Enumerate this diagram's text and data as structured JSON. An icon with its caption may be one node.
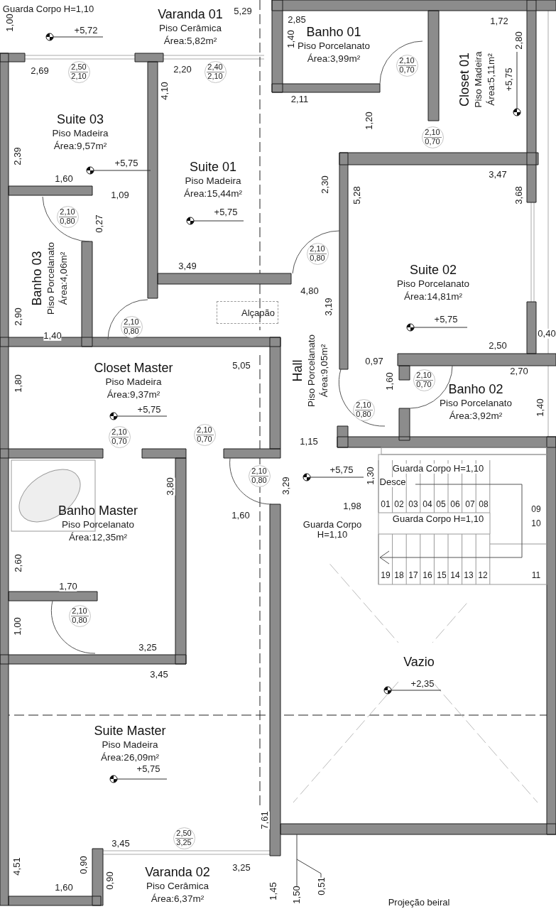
{
  "diagram": {
    "nodes": [
      {
        "text": [
          "Varanda 01",
          "Piso Cerâmica",
          "Área:5,82m²"
        ]
      },
      {
        "text": [
          "Banho 01",
          "Piso Porcelanato",
          "Área:3,99m²"
        ]
      },
      {
        "text": [
          "Closet 01",
          "Piso Madeira",
          "Área:5,11m²"
        ]
      },
      {
        "text": [
          "Suite 03",
          "Piso Madeira",
          "Área:9,57m²"
        ]
      },
      {
        "text": [
          "Suite 01",
          "Piso Madeira",
          "Área:15,44m²"
        ]
      },
      {
        "text": [
          "Banho 03",
          "Piso Porcelanato",
          "Área:4,06m²"
        ]
      },
      {
        "text": [
          "Suite 02",
          "Piso Porcelanato",
          "Área:14,81m²"
        ]
      },
      {
        "text": [
          "Hall",
          "Piso Porcelanato",
          "Área:9,05m²"
        ]
      },
      {
        "text": [
          "Banho 02",
          "Piso Porcelanato",
          "Área:3,92m²"
        ]
      },
      {
        "text": [
          "Closet Master",
          "Piso Madeira",
          "Área:9,37m²"
        ]
      },
      {
        "text": [
          "Banho Master",
          "Piso Porcelanato",
          "Área:12,35m²"
        ]
      },
      {
        "text": [
          "Suite Master",
          "Piso Madeira",
          "Área:26,09m²"
        ]
      },
      {
        "text": [
          "Vazio"
        ]
      },
      {
        "text": [
          "Varanda 02",
          "Piso Cerâmica",
          "Área:6,37m²"
        ]
      },
      {
        "text": [
          "Alçapão"
        ]
      },
      {
        "text": [
          "2,50",
          "2,10"
        ],
        "in": 3
      },
      {
        "text": [
          "2,40",
          "2,10"
        ],
        "in": 4
      },
      {
        "text": [
          "2,10",
          "0,70"
        ],
        "in": 1
      },
      {
        "text": [
          "2,10",
          "0,70"
        ]
      },
      {
        "text": [
          "2,10",
          "0,80"
        ],
        "in": 5
      },
      {
        "text": [
          "2,10",
          "0,80"
        ]
      },
      {
        "text": [
          "2,10",
          "0,80"
        ]
      },
      {
        "text": [
          "2,10",
          "0,70"
        ],
        "in": 9
      },
      {
        "text": [
          "2,10",
          "0,70"
        ],
        "in": 9
      },
      {
        "text": [
          "2,10",
          "0,80"
        ]
      },
      {
        "text": [
          "2,10",
          "0,80"
        ]
      },
      {
        "text": [
          "2,10",
          "0,70"
        ],
        "in": 8
      },
      {
        "text": [
          "2,10",
          "0,80"
        ],
        "in": 10
      },
      {
        "text": [
          "2,50",
          "3,25"
        ],
        "in": 11
      }
    ],
    "labels": [
      "Guarda Corpo H=1,10",
      "5,29",
      "2,85",
      "1,72",
      "1,00",
      "+5,72",
      "1,40",
      "2,80",
      "2,69",
      "2,20",
      "+5,75",
      "4,10",
      "2,11",
      "1,20",
      "2,39",
      "+5,75",
      "3,47",
      "1,60",
      "2,30",
      "1,09",
      "5,28",
      "3,68",
      "+5,75",
      "0,27",
      "3,49",
      "4,80",
      "3,19",
      "2,90",
      "+5,75",
      "1,40",
      "0,40",
      "2,50",
      "0,97",
      "5,05",
      "2,70",
      "1,80",
      "1,60",
      "1,40",
      "+5,75",
      "1,15",
      "+5,75",
      "1,30",
      "Guarda Corpo H=1,10",
      "3,80",
      "3,29",
      "Desce",
      "1,98",
      "01",
      "02",
      "03",
      "04",
      "05",
      "06",
      "07",
      "08",
      "09",
      "1,60",
      "Guarda Corpo H=1,10",
      "10",
      "Guarda Corpo H=1,10",
      "2,60",
      "19",
      "18",
      "17",
      "16",
      "15",
      "14",
      "13",
      "12",
      "11",
      "1,70",
      "1,00",
      "3,25",
      "3,45",
      "+2,35",
      "+5,75",
      "7,61",
      "3,45",
      "4,51",
      "0,90",
      "3,25",
      "0,90",
      "1,60",
      "1,45",
      "1,50",
      "0,51",
      "Projeção beiral"
    ]
  }
}
